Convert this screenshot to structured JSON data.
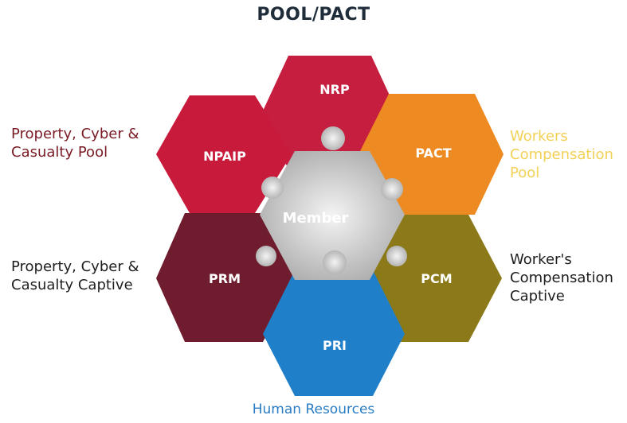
{
  "title": "POOL/PACT",
  "labels": {
    "left_top": [
      "Property, Cyber &",
      "Casualty Pool"
    ],
    "left_bottom": [
      "Property, Cyber &",
      "Casualty Captive"
    ],
    "right_top": [
      "Workers",
      "Compensation",
      "Pool"
    ],
    "right_bottom": [
      "Worker's",
      "Compensation",
      "Captive"
    ],
    "bottom": "Human Resources"
  },
  "pieces": {
    "center": "Member",
    "top": "NRP",
    "upper_left": "NPAIP",
    "upper_right": "PACT",
    "lower_left": "PRM",
    "lower_right": "PCM",
    "bottom": "PRI"
  },
  "colors": {
    "top": "#c61e3e",
    "upper_left": "#c81a3a",
    "upper_right": "#ee8a22",
    "lower_left": "#6f1d2e",
    "lower_right": "#8c7a1a",
    "bottom": "#1f7fc8",
    "center": "#d7d7d7"
  }
}
